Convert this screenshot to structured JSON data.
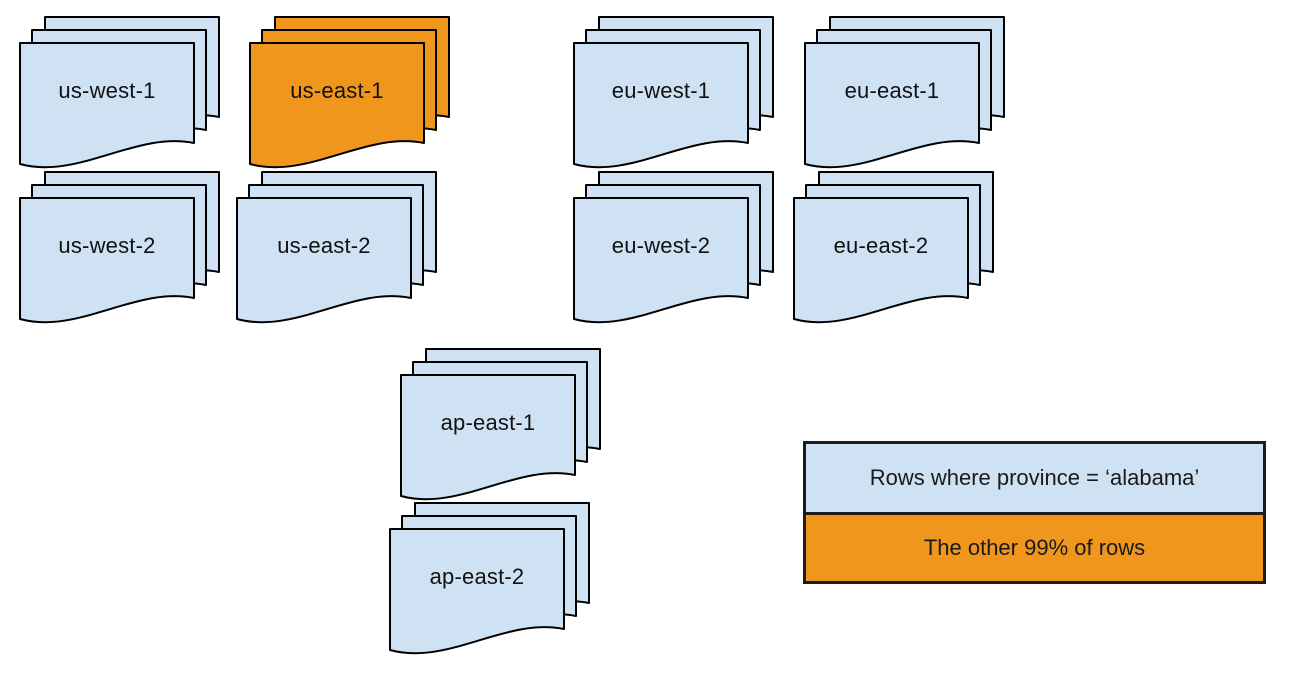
{
  "colors": {
    "region_fill": "#cfe2f3",
    "highlight_fill": "#f0961d",
    "stroke": "#000000"
  },
  "stacks": [
    {
      "label": "us-west-1",
      "highlighted": false
    },
    {
      "label": "us-east-1",
      "highlighted": true
    },
    {
      "label": "eu-west-1",
      "highlighted": false
    },
    {
      "label": "eu-east-1",
      "highlighted": false
    },
    {
      "label": "us-west-2",
      "highlighted": false
    },
    {
      "label": "us-east-2",
      "highlighted": false
    },
    {
      "label": "eu-west-2",
      "highlighted": false
    },
    {
      "label": "eu-east-2",
      "highlighted": false
    },
    {
      "label": "ap-east-1",
      "highlighted": false
    },
    {
      "label": "ap-east-2",
      "highlighted": false
    }
  ],
  "legend": {
    "row1": "Rows where province = ‘alabama’",
    "row2": "The other 99% of rows"
  }
}
